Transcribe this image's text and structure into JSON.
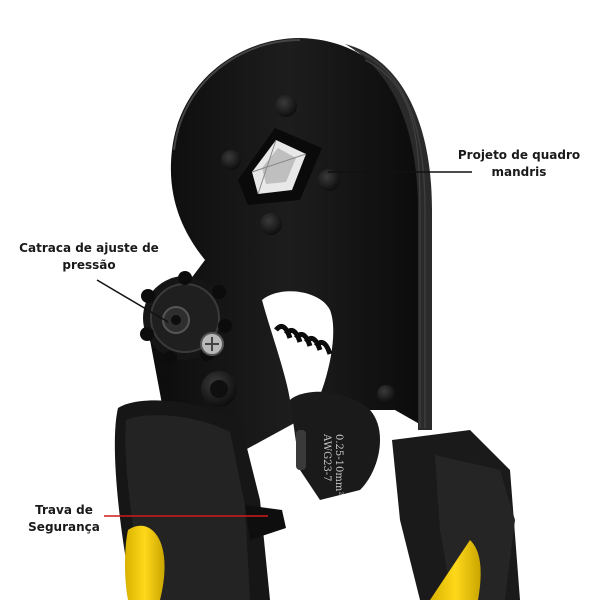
{
  "annotations": {
    "quadro": {
      "line1": "Projeto de quadro",
      "line2": "mandris"
    },
    "catraca": {
      "line1": "Catraca de ajuste de",
      "line2": "pressão"
    },
    "trava": {
      "line1": "Trava de",
      "line2": "Segurança"
    }
  },
  "engraving": {
    "range": "0.25-10mm²",
    "awg": "AWG23-7"
  },
  "colors": {
    "tool_body": "#121212",
    "handle_grip": "#1b1b1b",
    "handle_yellow": "#f2cc00",
    "pointer_black": "#111111",
    "pointer_red": "#d11a1a"
  },
  "icons": {
    "crimp_die": "square-mandrel-die",
    "adjust_ratchet": "ratchet-wheel",
    "spring": "coil-spring",
    "safety_lock": "lock-latch"
  }
}
